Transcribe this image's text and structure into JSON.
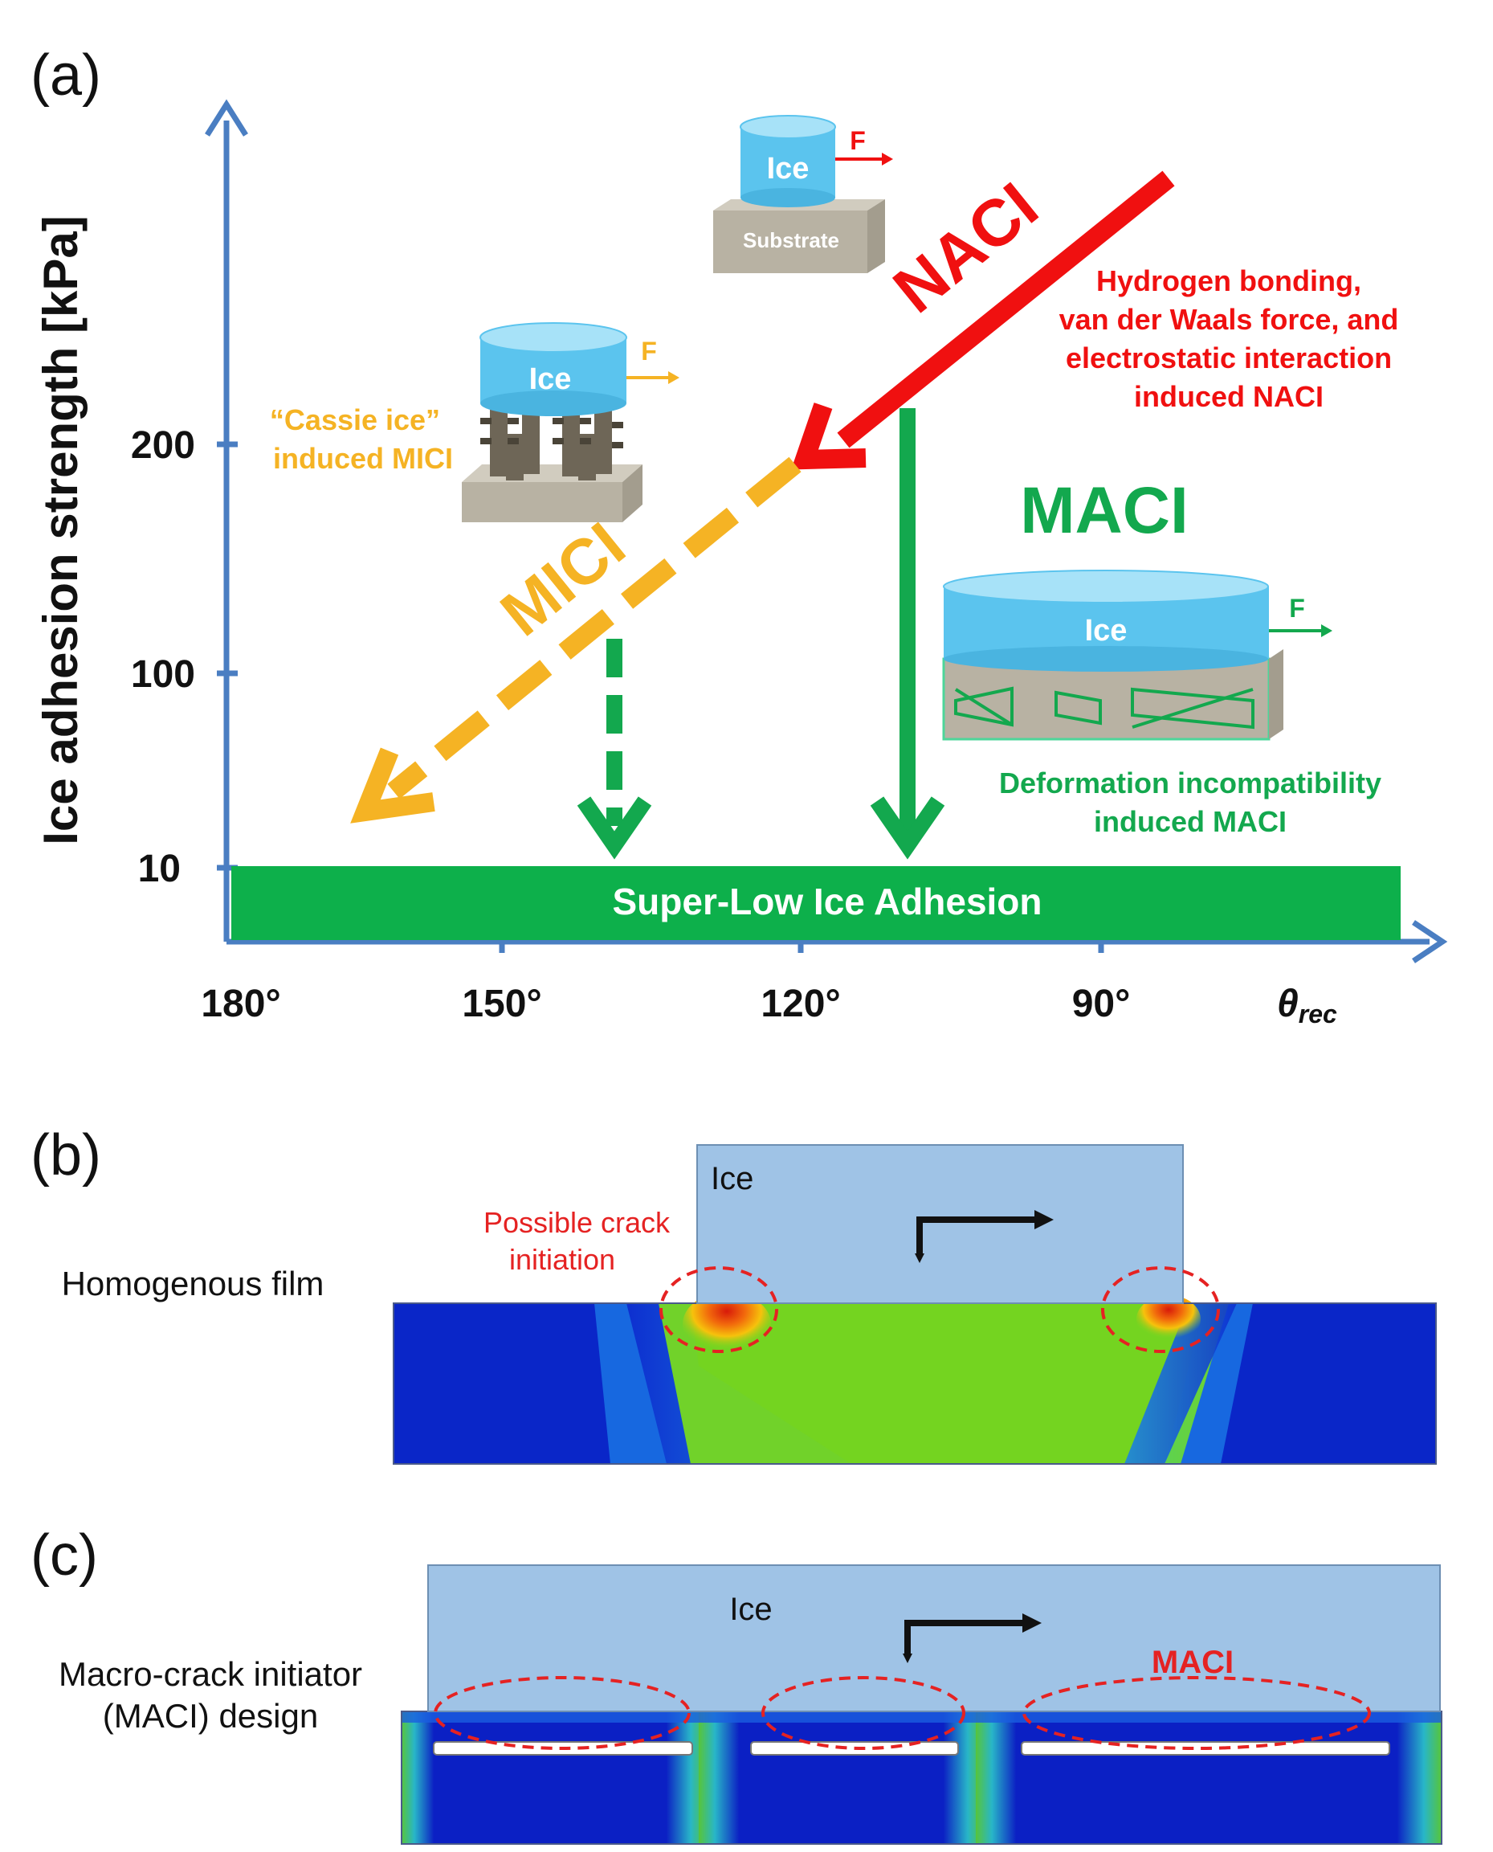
{
  "panel_a": {
    "label": "(a)",
    "y_axis_title": "Ice adhesion strength [kPa]",
    "y_ticks": [
      "200",
      "100",
      "10"
    ],
    "x_ticks": [
      "180°",
      "150°",
      "120°",
      "90°"
    ],
    "x_axis_title": "θ",
    "x_axis_subscript": "rec",
    "nacl": {
      "title": "NACI",
      "desc": [
        "Hydrogen bonding,",
        "van der Waals force, and",
        "electrostatic interaction",
        "induced NACI"
      ]
    },
    "mici": {
      "title": "MICI",
      "desc": [
        "“Cassie ice”",
        "induced MICI"
      ]
    },
    "maci": {
      "title": "MACI",
      "desc": [
        "Deformation incompatibility",
        "induced MACI"
      ]
    },
    "substrate_label": "Substrate",
    "ice_label": "Ice",
    "force_label": "F",
    "band_label": "Super-Low Ice Adhesion",
    "colors": {
      "axis": "#4a7ec2",
      "naci": "#f01010",
      "mici": "#f5b324",
      "maci": "#13a84e",
      "ice": "#5bc4ee"
    }
  },
  "panel_b": {
    "label": "(b)",
    "film_label": "Homogenous film",
    "ice_label": "Ice",
    "crack_label": [
      "Possible crack",
      "initiation"
    ]
  },
  "panel_c": {
    "label": "(c)",
    "design_label": [
      "Macro-crack initiator",
      "(MACI) design"
    ],
    "ice_label": "Ice",
    "maci_label": "MACI"
  }
}
